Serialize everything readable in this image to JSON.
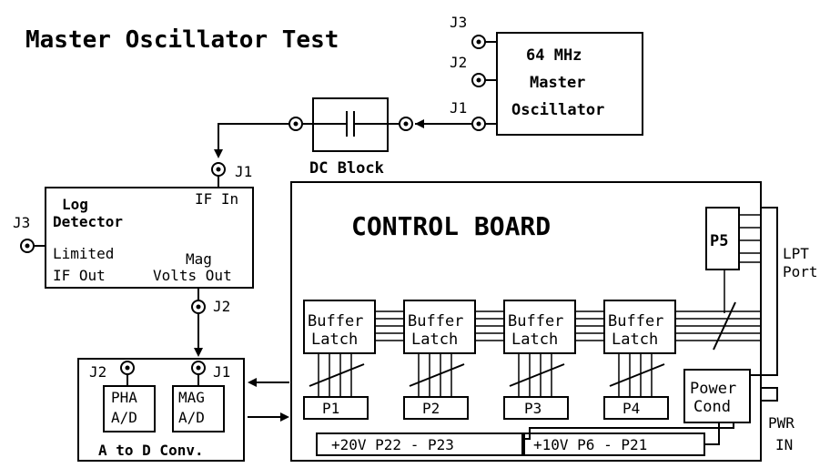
{
  "title": "Master Oscillator Test",
  "oscillator": {
    "line1": "64 MHz",
    "line2": "Master",
    "line3": "Oscillator",
    "j3": "J3",
    "j2": "J2",
    "j1": "J1"
  },
  "dc_block": {
    "label": "DC Block"
  },
  "log_detector": {
    "title1": "Log",
    "title2": "Detector",
    "if_in": "IF In",
    "limited": "Limited",
    "if_out": "IF Out",
    "mag": "Mag",
    "volts_out": "Volts Out",
    "j1": "J1",
    "j2": "J2",
    "j3": "J3"
  },
  "control_board": {
    "title": "CONTROL BOARD",
    "buffer": "Buffer",
    "latch": "Latch",
    "ports": [
      "P1",
      "P2",
      "P3",
      "P4"
    ],
    "p5": "P5",
    "power1": "Power",
    "power2": "Cond",
    "rail20": "+20V  P22 - P23",
    "rail10": "+10V  P6 - P21"
  },
  "lpt": {
    "line1": "LPT",
    "line2": "Port"
  },
  "pwr": {
    "line1": "PWR",
    "line2": "IN"
  },
  "a_to_d": {
    "label": "A to D Conv.",
    "pha1": "PHA",
    "pha2": "A/D",
    "mag1": "MAG",
    "mag2": "A/D",
    "j2": "J2",
    "j1": "J1"
  }
}
